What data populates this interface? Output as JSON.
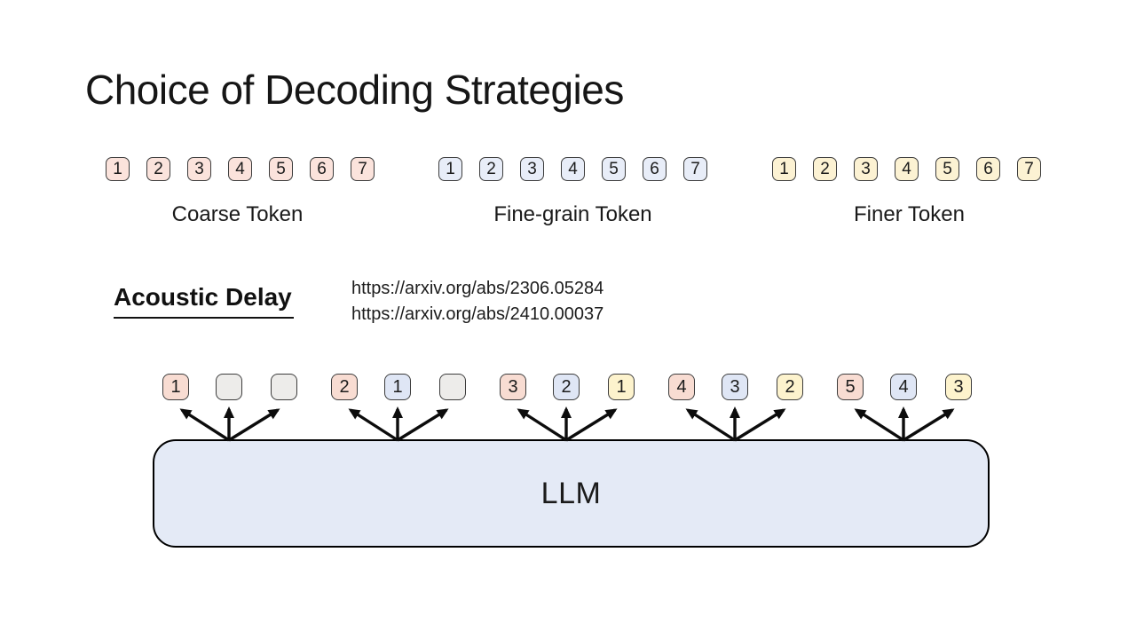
{
  "title": "Choice of Decoding Strategies",
  "token_groups": [
    {
      "label": "Coarse Token",
      "color": "#fbe3dc",
      "tokens": [
        "1",
        "2",
        "3",
        "4",
        "5",
        "6",
        "7"
      ]
    },
    {
      "label": "Fine-grain Token",
      "color": "#e8edf8",
      "tokens": [
        "1",
        "2",
        "3",
        "4",
        "5",
        "6",
        "7"
      ]
    },
    {
      "label": "Finer Token",
      "color": "#fcf2d3",
      "tokens": [
        "1",
        "2",
        "3",
        "4",
        "5",
        "6",
        "7"
      ]
    }
  ],
  "section": {
    "heading": "Acoustic Delay",
    "links": [
      "https://arxiv.org/abs/2306.05284",
      "https://arxiv.org/abs/2410.00037"
    ]
  },
  "diagram": {
    "llm_label": "LLM",
    "llm_fill": "#e4eaf6",
    "colors": {
      "coarse": "#f8dcd2",
      "fine": "#dfe6f5",
      "finer": "#fdf3cd",
      "empty": "#edecea"
    },
    "groups": [
      {
        "cells": [
          {
            "text": "1",
            "color": "#f8dcd2"
          },
          {
            "text": "",
            "color": "#edecea"
          },
          {
            "text": "",
            "color": "#edecea"
          }
        ]
      },
      {
        "cells": [
          {
            "text": "2",
            "color": "#f8dcd2"
          },
          {
            "text": "1",
            "color": "#dfe6f5"
          },
          {
            "text": "",
            "color": "#edecea"
          }
        ]
      },
      {
        "cells": [
          {
            "text": "3",
            "color": "#f8dcd2"
          },
          {
            "text": "2",
            "color": "#dfe6f5"
          },
          {
            "text": "1",
            "color": "#fdf3cd"
          }
        ]
      },
      {
        "cells": [
          {
            "text": "4",
            "color": "#f8dcd2"
          },
          {
            "text": "3",
            "color": "#dfe6f5"
          },
          {
            "text": "2",
            "color": "#fdf3cd"
          }
        ]
      },
      {
        "cells": [
          {
            "text": "5",
            "color": "#f8dcd2"
          },
          {
            "text": "4",
            "color": "#dfe6f5"
          },
          {
            "text": "3",
            "color": "#fdf3cd"
          }
        ]
      }
    ]
  }
}
